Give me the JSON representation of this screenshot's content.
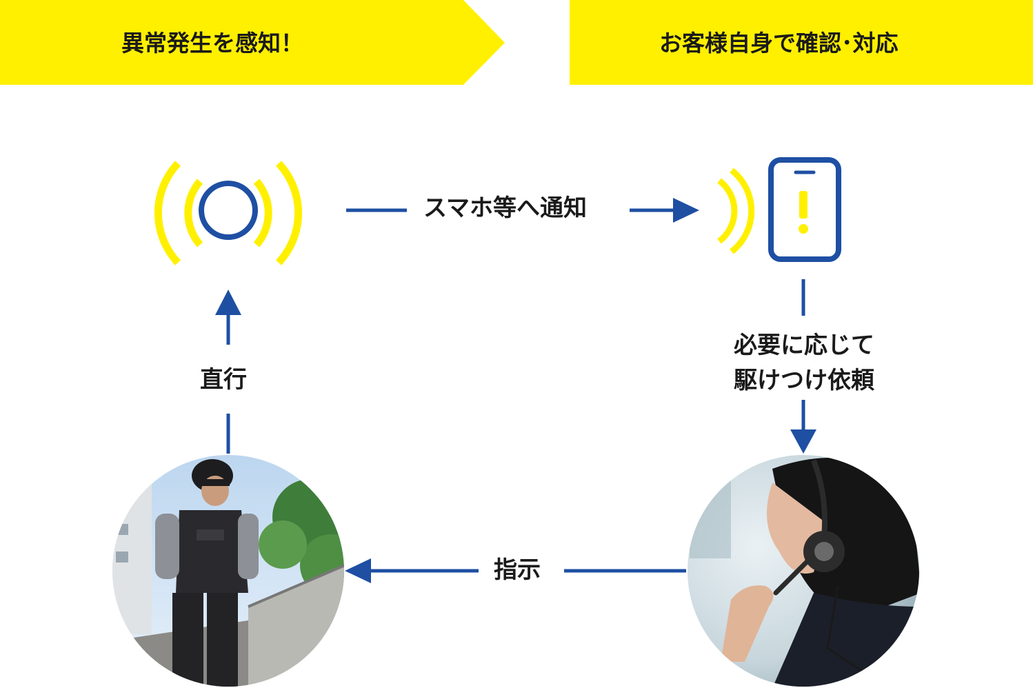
{
  "banners": [
    {
      "text": "異常発生を感知！"
    },
    {
      "text": "お客様自身で確認･対応"
    }
  ],
  "steps": {
    "notify": "スマホ等へ通知",
    "request_line1": "必要に応じて",
    "request_line2": "駆けつけ依頼",
    "instruct": "指示",
    "direct": "直行"
  },
  "colors": {
    "yellow": "#FFF000",
    "blue": "#1E4FA3",
    "text": "#1a1a1a"
  },
  "icons": [
    "sensor-icon",
    "smartphone-alert-icon",
    "guard-photo",
    "operator-photo"
  ]
}
